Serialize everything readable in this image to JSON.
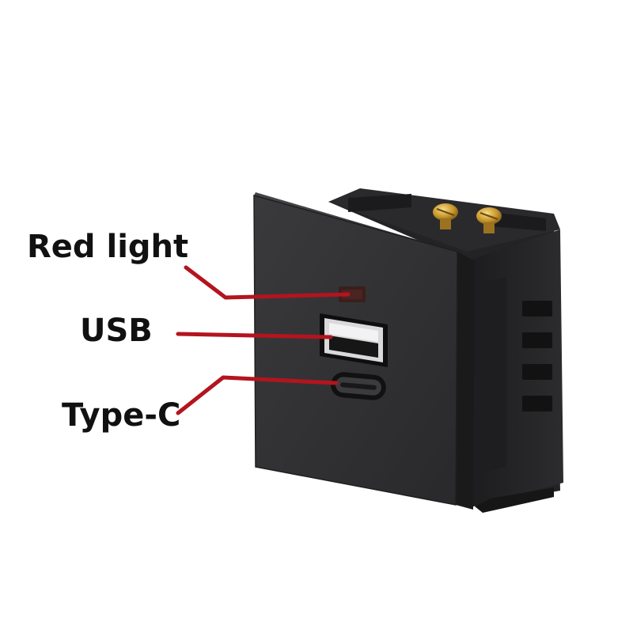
{
  "callouts": {
    "red_light": "Red light",
    "usb": "USB",
    "type_c": "Type-C"
  },
  "colors": {
    "background": "#ffffff",
    "leader_line": "#b4141e",
    "module_face": "#2f2f31",
    "terminal_screw": "#d8a93a"
  }
}
